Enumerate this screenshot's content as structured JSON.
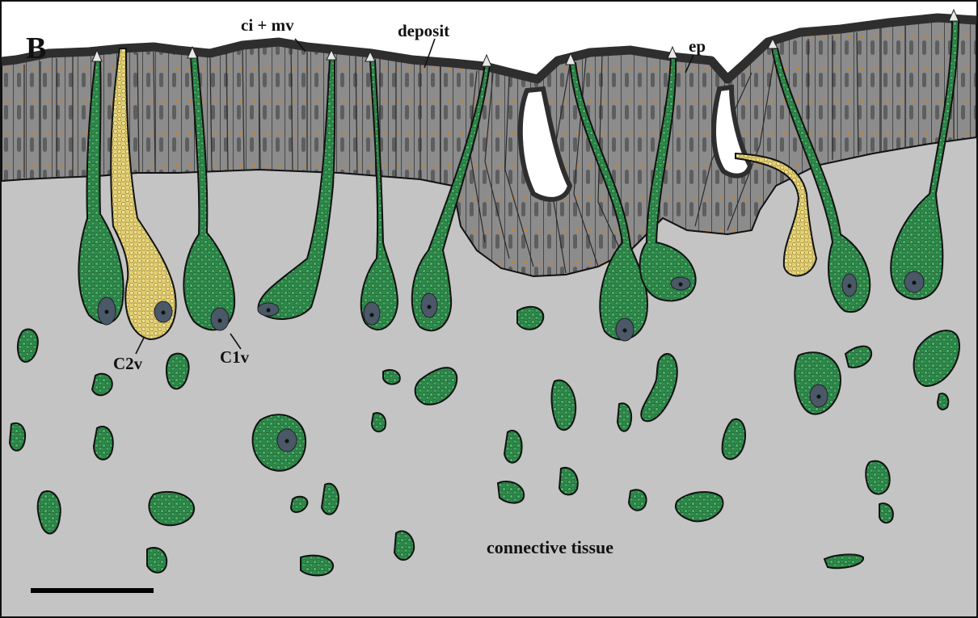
{
  "figure": {
    "panel_letter": "B",
    "labels": {
      "cilia_microvilli": "ci + mv",
      "deposit": "deposit",
      "epidermis": "ep",
      "cell_type_2": "C2v",
      "cell_type_1": "C1v",
      "connective_tissue": "connective tissue"
    },
    "colors": {
      "background": "#c4c4c4",
      "epidermis": "#8a8a8a",
      "cuticle_deposit": "#2e2e2e",
      "green_cell": "#2e8b4a",
      "yellow_cell": "#e8d57a",
      "nucleus": "#4a5868",
      "border": "#111111",
      "scale_bar": "#000000"
    },
    "icons": [
      "scale-bar"
    ]
  }
}
